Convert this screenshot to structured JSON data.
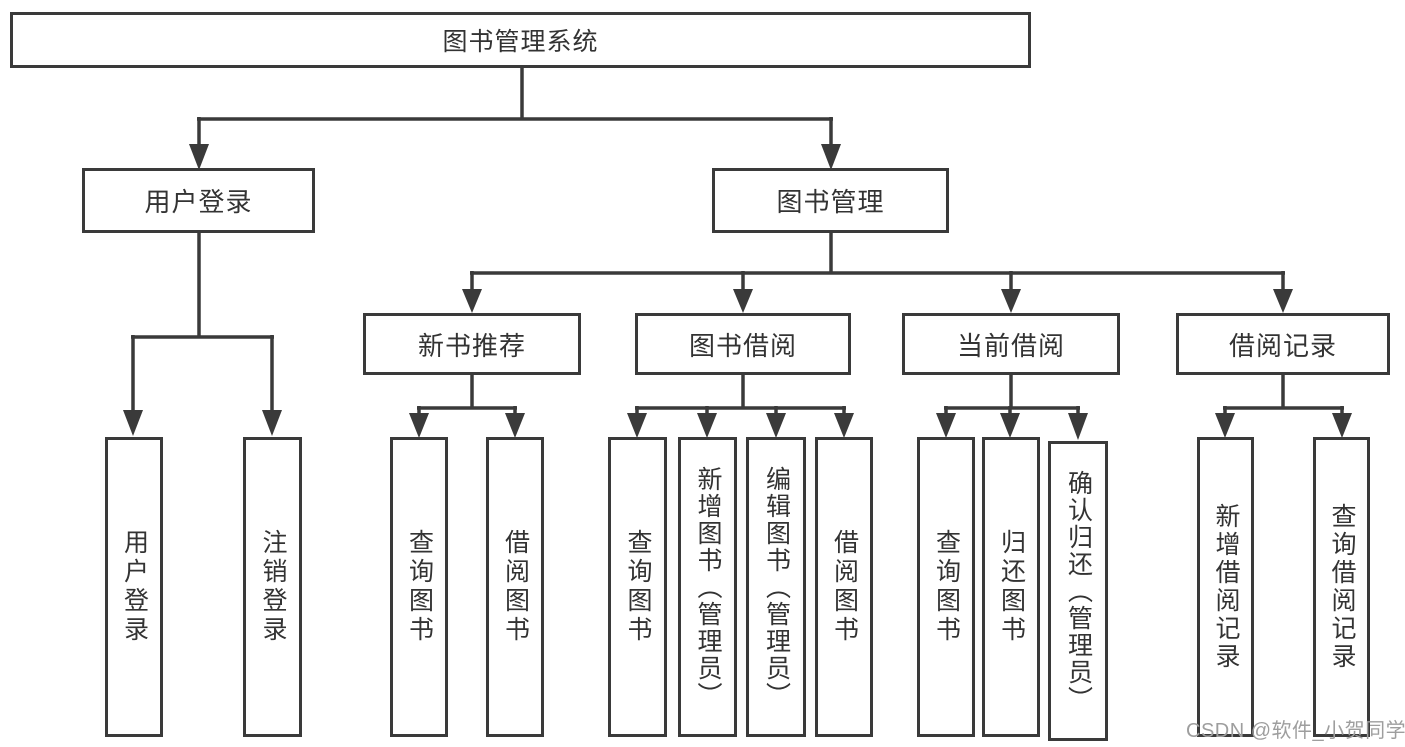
{
  "diagram": {
    "title": "图书管理系统",
    "level1": {
      "user_login": "用户登录",
      "book_management": "图书管理"
    },
    "level2": {
      "new_book_recommend": "新书推荐",
      "book_borrow": "图书借阅",
      "current_borrow": "当前借阅",
      "borrow_records": "借阅记录"
    },
    "leaves": {
      "user_login": "用户登录",
      "logout": "注销登录",
      "nb_query_books": "查询图书",
      "nb_borrow_books": "借阅图书",
      "bb_query_books": "查询图书",
      "bb_add_books_admin": "新增图书（管理员）",
      "bb_edit_books_admin": "编辑图书（管理员）",
      "bb_borrow_books": "借阅图书",
      "cb_query_books": "查询图书",
      "cb_return_books": "归还图书",
      "cb_confirm_return_admin": "确认归还（管理员）",
      "br_add_record": "新增借阅记录",
      "br_query_record": "查询借阅记录"
    }
  },
  "watermark": "CSDN @软件_小贺同学",
  "colors": {
    "line": "#3a3a3a",
    "text": "#333333",
    "watermark": "#9e9e9e",
    "background": "#ffffff"
  }
}
